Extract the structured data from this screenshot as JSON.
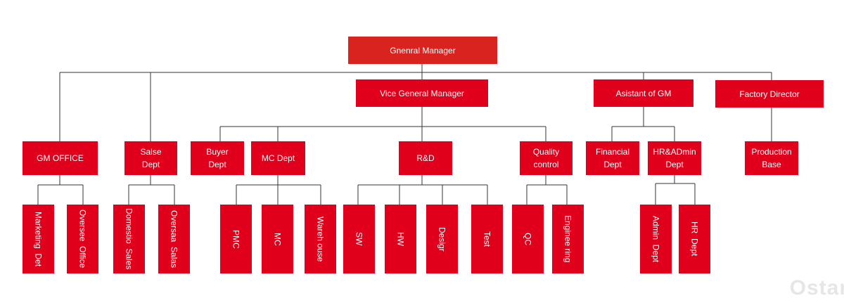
{
  "org": {
    "general_manager": "Gnenral Manager",
    "vice_general_manager": "Vice General Manager",
    "assistant_gm": "Asistant of GM",
    "factory_director": "Factory Director",
    "gm_office": "GM OFFICE",
    "sales_dept": "Salse\nDept",
    "buyer_dept": "Buyer\nDept",
    "mc_dept": "MC Dept",
    "rnd": "R&D",
    "quality_control": "Quality\ncontrol",
    "financial_dept": "Financial\nDept",
    "hr_admin_dept": "HR&ADmin\nDept",
    "production_base": "Production\nBase",
    "marketing_dept": "Marketing  Det",
    "oversee_office": "Oversee  Office",
    "domestic_sales": "Domestio  Sales",
    "oversea_sales": "Oversaa  Salas",
    "pmc": "PMC",
    "mc": "MC",
    "warehouse": "Wareh ouse",
    "sw": "SW",
    "hw": "HW",
    "design": "Desigr",
    "test": "Test",
    "qc": "QC",
    "engineering": "Enginee ring",
    "admin_dept": "Admin  Dept",
    "hr_dept": "HR  Dept"
  },
  "colors": {
    "box": "#e0001b",
    "top_box": "#d8231f",
    "line": "#333333"
  },
  "watermark": "Ostar"
}
